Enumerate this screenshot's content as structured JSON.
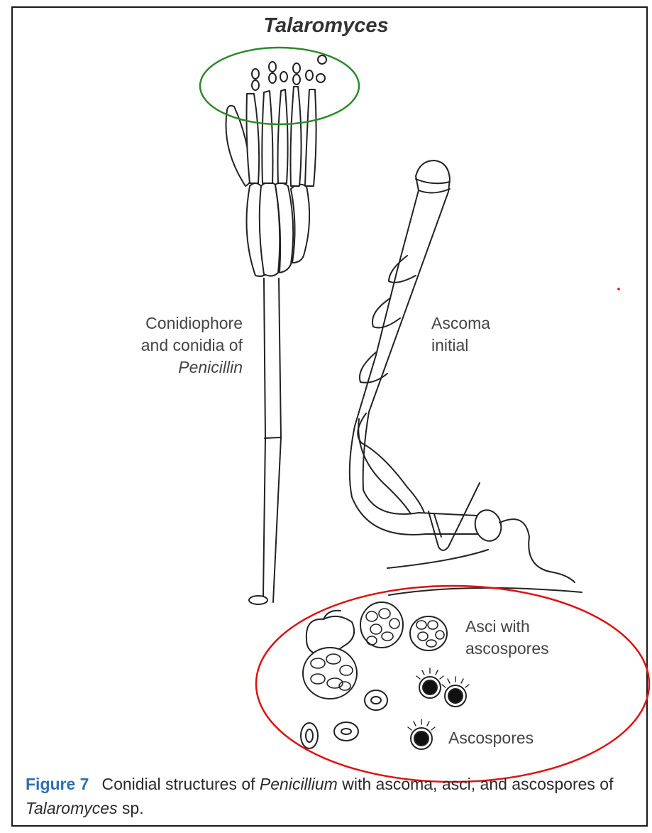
{
  "title": "Talaromyces",
  "labels": {
    "conidiophore": [
      "Conidiophore",
      "and conidia of",
      "Penicillin"
    ],
    "ascoma": [
      "Ascoma",
      "initial"
    ],
    "asci": [
      "Asci with",
      "ascospores"
    ],
    "ascospores": "Ascospores"
  },
  "caption": {
    "figure_label": "Figure 7",
    "text_1": "Conidial structures of ",
    "italic_1": "Penicillium",
    "text_2": " with ascoma, asci, and ascospores of ",
    "italic_2": "Talaromyces",
    "text_3": " sp."
  },
  "highlights": {
    "conidia_ellipse_color": "#2a8a2a",
    "asci_ellipse_color": "#dd1111"
  },
  "colors": {
    "caption_label": "#2f6fb0",
    "line_art": "#222222"
  }
}
